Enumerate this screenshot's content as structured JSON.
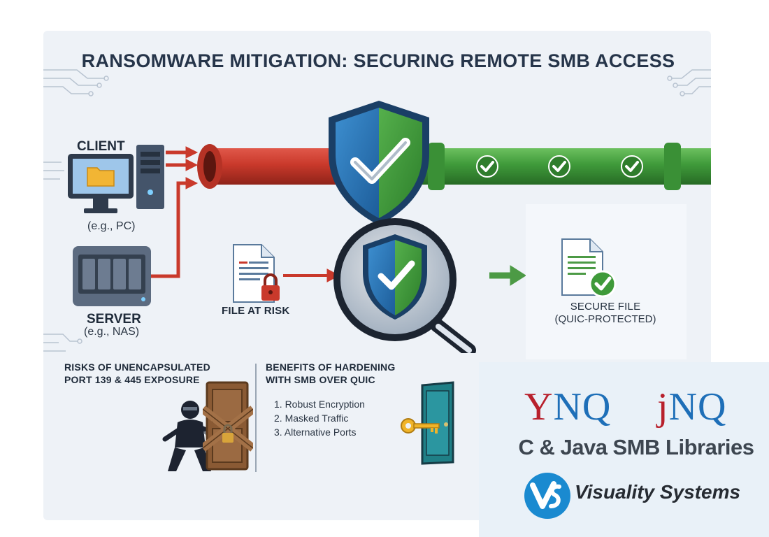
{
  "title": "RANSOMWARE MITIGATION: SECURING REMOTE SMB ACCESS",
  "client": {
    "label": "CLIENT",
    "example": "(e.g., PC)"
  },
  "server": {
    "label": "SERVER",
    "example": "(e.g., NAS)"
  },
  "file_at_risk": {
    "label": "FILE AT RISK"
  },
  "secure_file": {
    "label": "SECURE FILE",
    "note": "(QUIC-PROTECTED)"
  },
  "risks": {
    "line1": "RISKS OF UNENCAPSULATED",
    "line2": "PORT 139 & 445 EXPOSURE"
  },
  "benefits": {
    "line1": "BENEFITS OF HARDENING",
    "line2": "WITH SMB OVER QUIC",
    "items": [
      "1. Robust Encryption",
      "2. Masked Traffic",
      "3. Alternative Ports"
    ]
  },
  "branding": {
    "ynq_first": "Y",
    "ynq_rest": "NQ",
    "jnq_first": "j",
    "jnq_rest": "NQ",
    "subtitle": "C & Java SMB Libraries",
    "company": "Visuality Systems"
  },
  "icons": {
    "shield": "shield-check-icon",
    "magnifier": "magnifier-icon",
    "file_lock": "file-lock-icon",
    "file_check": "file-check-icon",
    "monitor": "monitor-icon",
    "tower": "tower-pc-icon",
    "nas": "nas-icon",
    "hacker": "hacker-icon",
    "door": "door-icon",
    "key": "key-icon"
  },
  "colors": {
    "risk_red": "#c9392b",
    "secure_green": "#3f9a3a",
    "shield_blue": "#1f6fb0",
    "brand_red": "#b8202c",
    "brand_blue": "#1e6fb8",
    "title": "#26354a"
  }
}
